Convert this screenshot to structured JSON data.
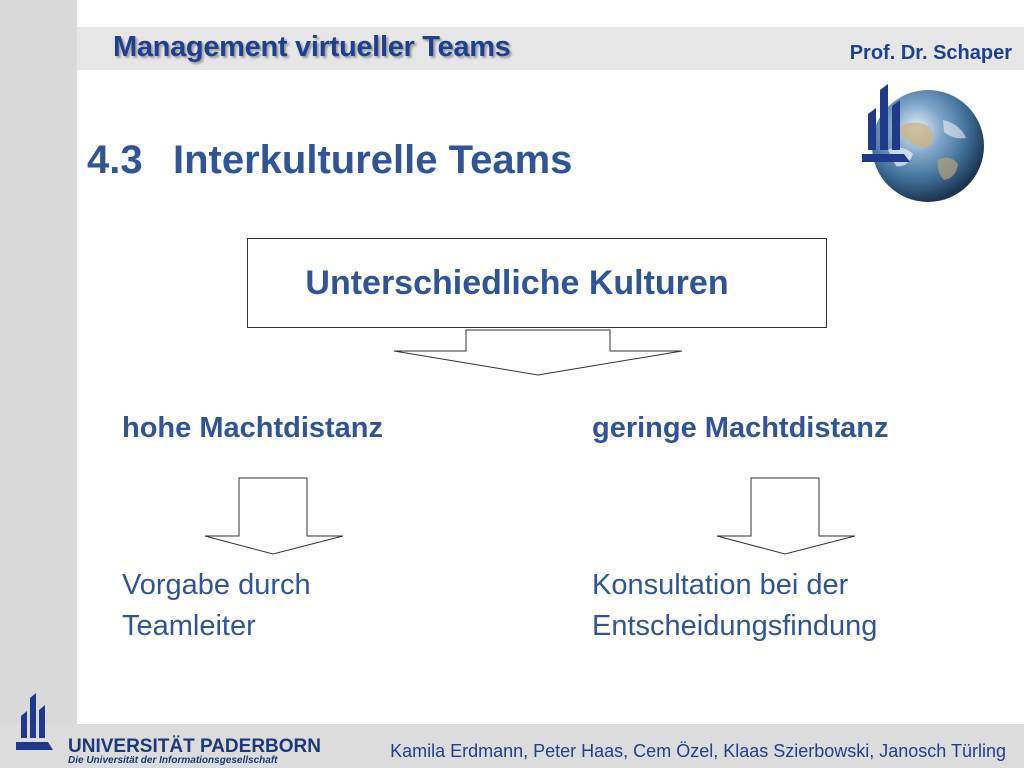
{
  "header": {
    "title": "Management virtueller Teams",
    "author": "Prof. Dr. Schaper"
  },
  "section": {
    "number": "4.3",
    "title": "Interkulturelle Teams"
  },
  "concept": {
    "box_label": "Unterschiedliche Kulturen"
  },
  "columns": [
    {
      "heading": "hohe Machtdistanz",
      "result_line1": "Vorgabe durch",
      "result_line2": "Teamleiter"
    },
    {
      "heading": "geringe Machtdistanz",
      "result_line1": "Konsultation bei der",
      "result_line2": "Entscheidungsfindung"
    }
  ],
  "footer": {
    "university": "UNIVERSITÄT PADERBORN",
    "university_sub": "Die Universität der Informationsgesellschaft",
    "credits": "Kamila Erdmann, Peter Haas, Cem Özel, Klaas Szierbowski, Janosch Türling"
  },
  "icons": {
    "top_logo": "university-globe-logo-icon",
    "footer_logo": "university-logo-icon",
    "arrows": "down-arrow-icon"
  },
  "colors": {
    "accent": "#2f5597",
    "header_text": "#1f3f8f",
    "band_gray": "#e6e6e6"
  }
}
